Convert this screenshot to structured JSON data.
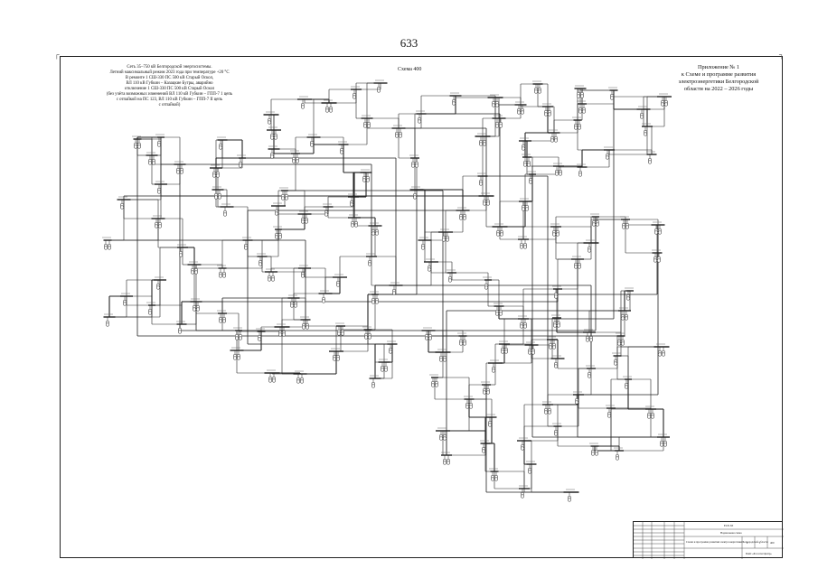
{
  "page": {
    "number": "633"
  },
  "diagram": {
    "scheme_title": "Схема 400",
    "annex_lines": [
      "Приложение № 1",
      "к Схеме и программе развития",
      "электроэнергетики Белгородской",
      "области на 2022 – 2026 годы"
    ],
    "note_lines": [
      "Сеть 35–750 кВ Белгородской энергосистемы.",
      "Летний максимальный режим 2023 года при температуре +20 °С",
      "В ремонте 1 СШ-330 ПС 500 кВ Старый Оскол,",
      "ВЛ 110 кВ Губкин – Казацкие Бугры, аварийно",
      "отключение 1 СШ-330 ПС 500 кВ Старый Оскол",
      "(без учёта возможных изменений ВЛ 110 кВ Губкин – ГПП-7 1 цепь",
      "с отпайкой на ПС 123, ВЛ 110 кВ Губкин – ГПП-7 II цепь",
      "с отпайкой)"
    ],
    "stamp": {
      "doc_code": "ЕСЕ.ЭЛ",
      "sheet_label": "Нормальная схема",
      "description": "Схема и программа развития электроэнергетики Белгородской области",
      "stage": "Р",
      "sheet": "1",
      "sheets": "400",
      "org": "ПАО «Россети Центр»"
    }
  },
  "colors": {
    "ink": "#222222",
    "paper": "#ffffff"
  }
}
